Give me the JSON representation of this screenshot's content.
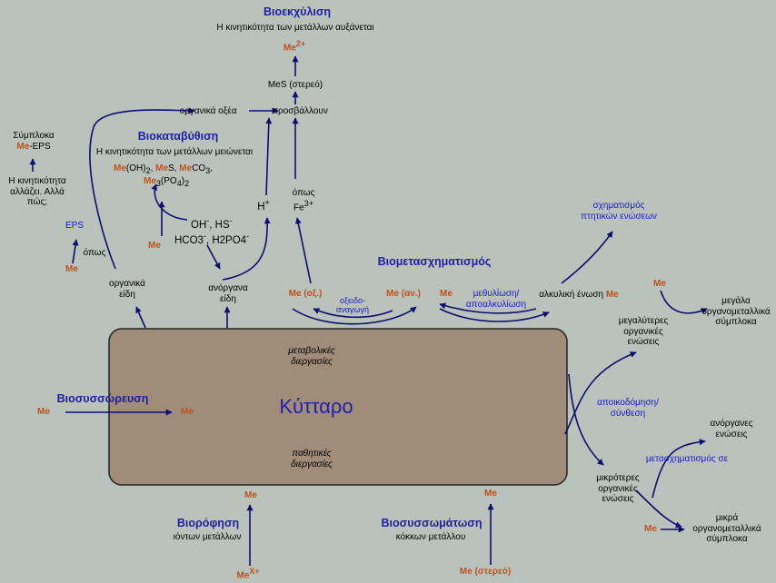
{
  "colors": {
    "background": "#b9c3bc",
    "cell_fill": "#a08c78",
    "arrow": "#0d0d6e",
    "metal": "#c0501a",
    "heading": "#1f1fa0"
  },
  "cell": {
    "title": "Κύτταρο",
    "metabolic": [
      "μεταβολικές",
      "διεργασίες"
    ],
    "passive": [
      "παθητικές",
      "διεργασίες"
    ]
  },
  "bioleaching": {
    "title": "Βιοεκχύλιση",
    "subtitle": "Η κινητικότητα των μετάλλων αυξάνεται",
    "ion": "Me",
    "ion_sup": "2+",
    "mes": "MeS (στερεό)",
    "attack": "προσβάλλουν",
    "organic_acids": "οργανικά οξέα",
    "h_plus": "H",
    "h_plus_sup": "+",
    "via": "όπως",
    "fe_ion": "Fe",
    "fe_sup": "3+"
  },
  "bioprecipitation": {
    "title": "Βιοκαταβύθιση",
    "subtitle": "Η κινητικότητα των μετάλλων μειώνεται",
    "p_me1": "Me",
    "p_oh": "(OH)",
    "p_oh_sub": "2",
    "p_sep1": ", ",
    "p_me2": "Me",
    "p_s": "S, ",
    "p_me3": "Me",
    "p_co3": "CO",
    "p_co3_sub": "3",
    "p_sep2": ",",
    "p_me4": "Me",
    "p_me4_sub": "3",
    "p_po4": "(PO",
    "p_po4_sub": "4",
    "p_close": ")",
    "p_close_sub": "2",
    "a_oh": "OH",
    "a_oh_sup": "-",
    "a_hs": ", HS",
    "a_hs_sup": "-",
    "a_hco3": "HCO3",
    "a_hco3_sup": "-",
    "a_h2po4": ", H2PO4",
    "a_h2po4_sup": "-",
    "me": "Me"
  },
  "eps": {
    "complex_line1": "Σύμπλοκα",
    "complex_me": "Me",
    "complex_eps": "-EPS",
    "mobility": [
      "Η κινητικότητα",
      "αλλάζει. Αλλά",
      "πώς;"
    ],
    "eps": "EPS",
    "via": "όπως",
    "me": "Me"
  },
  "species": {
    "organic": [
      "οργανικά",
      "είδη"
    ],
    "inorganic": [
      "ανόργανα",
      "είδη"
    ]
  },
  "biotransformation": {
    "title": "Βιομετασχηματισμός",
    "volatile": [
      "σχηματισμός",
      "πτητικών ενώσεων"
    ],
    "me_ox": "Me (οξ.)",
    "redox": [
      "οξειδο-",
      "αναγωγή"
    ],
    "me_red": "Me (αν.)",
    "me": "Me",
    "methyl": [
      "μεθυλίωση/",
      "απoαλκυλίωση"
    ],
    "alkyl_label": "αλκυλική ένωση",
    "alkyl_me": "Me"
  },
  "right_side": {
    "me_top": "Me",
    "large_complexes": [
      "μεγάλα",
      "οργανομεταλλικά",
      "σύμπλοκα"
    ],
    "larger_compounds": [
      "μεγαλύτερες",
      "οργανικές",
      "ενώσεις"
    ],
    "degradation": [
      "αποικοδόμηση/",
      "σύνθεση"
    ],
    "inorganic_compounds": [
      "ανόργανες",
      "ενώσεις"
    ],
    "transformation": "μετασχηματισμός σε",
    "smaller_compounds": [
      "μικρότερες",
      "οργανικές",
      "ενώσεις"
    ],
    "me_bottom": "Me",
    "small_complexes": [
      "μικρά",
      "οργανομεταλλικά",
      "σύμπλοκα"
    ]
  },
  "bioaccumulation": {
    "title": "Βιοσυσσώρευση",
    "me_out": "Me",
    "me_in": "Me"
  },
  "biosorption": {
    "title": "Βιορόφηση",
    "subtitle": "ιόντων μετάλλων",
    "me_top": "Me",
    "me_ion": "Me",
    "me_ion_sup": "X+"
  },
  "bioaccumulation_particles": {
    "title": "Βιοσυσσωμάτωση",
    "subtitle": "κόκκων μετάλλου",
    "me_top": "Me",
    "me_solid": "Me (στερεό)"
  }
}
